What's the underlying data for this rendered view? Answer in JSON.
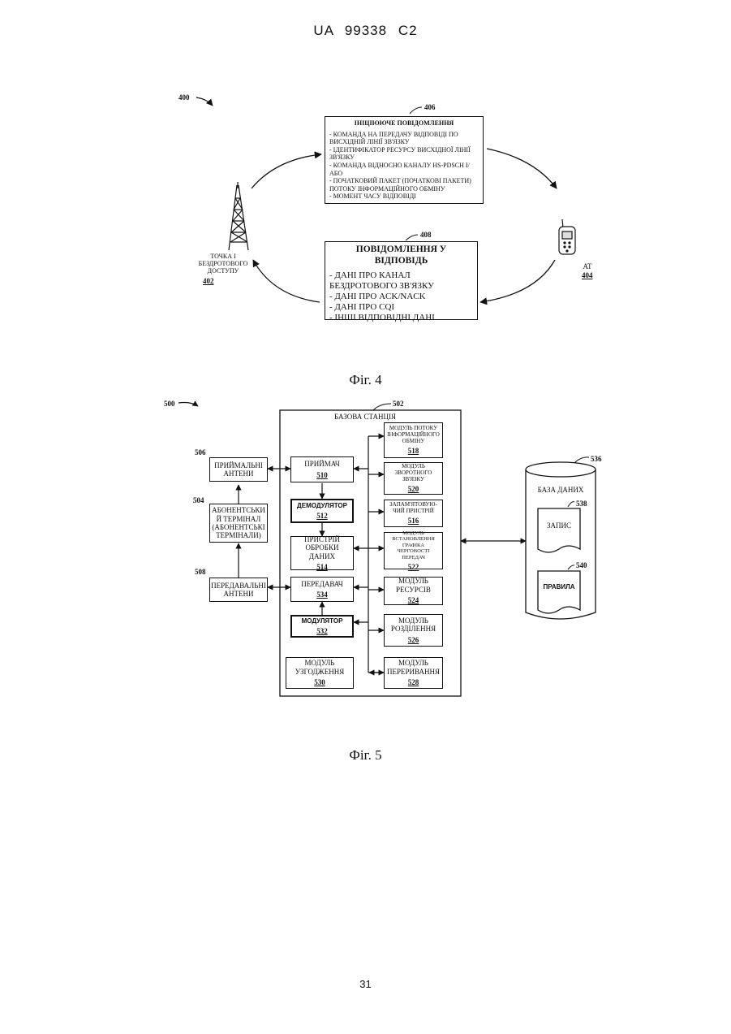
{
  "header": {
    "patent_id": "UA   99338   C2"
  },
  "page_number": "31",
  "fig4": {
    "caption": "Фіг. 4",
    "ref_main": "400",
    "initiating_message": {
      "ref": "406",
      "title": "ІНІЦІЮЮЧЕ ПОВІДОМЛЕННЯ",
      "items": [
        "- КОМАНДА НА ПЕРЕДАЧУ ВІДПОВІДІ ПО ВИСХІДНІЙ ЛІНІЇ ЗВ'ЯЗКУ",
        "- ІДЕНТИФІКАТОР РЕСУРСУ ВИСХІДНОЇ ЛІНІЇ ЗВ'ЯЗКУ",
        "- КОМАНДА ВІДНОСНО КАНАЛУ HS-PDSCH І/АБО",
        "- ПОЧАТКОВИЙ ПАКЕТ (ПОЧАТКОВІ ПАКЕТИ) ПОТОКУ ІНФОРМАЦІЙНОГО ОБМІНУ",
        "- МОМЕНТ ЧАСУ ВІДПОВІДІ"
      ]
    },
    "response_message": {
      "ref": "408",
      "title": "ПОВІДОМЛЕННЯ У ВІДПОВІДЬ",
      "items": [
        "- ДАНІ ПРО КАНАЛ БЕЗДРОТОВОГО ЗВ'ЯЗКУ",
        "- ДАНІ ПРО ACK/NACK",
        "- ДАНІ ПРО CQI",
        "- ІНШІ ВІДПОВІДНІ ДАНІ"
      ]
    },
    "access_point": {
      "label": "ТОЧКА І БЕЗДРОТОВОГО ДОСТУПУ",
      "ref": "402"
    },
    "terminal": {
      "label": "AT",
      "ref": "404"
    }
  },
  "fig5": {
    "caption": "Фіг. 5",
    "ref_main": "500",
    "base_station": {
      "ref": "502",
      "label": "БАЗОВА СТАНЦІЯ"
    },
    "left": {
      "rx_antennas": {
        "ref": "506",
        "label": "ПРИЙМАЛЬНІ АНТЕНИ"
      },
      "terminal": {
        "ref": "504",
        "label": "АБОНЕНТСЬКИ Й ТЕРМІНАЛ (АБОНЕНТСЬКІ ТЕРМІНАЛИ)"
      },
      "tx_antennas": {
        "ref": "508",
        "label": "ПЕРЕДАВАЛЬНІ АНТЕНИ"
      }
    },
    "chain": [
      {
        "label": "ПРИЙМАЧ",
        "ref": "510"
      },
      {
        "label": "ДЕМОДУЛЯТОР",
        "ref": "512"
      },
      {
        "label": "ПРИСТРІЙ ОБРОБКИ ДАНИХ",
        "ref": "514"
      },
      {
        "label": "ПЕРЕДАВАЧ",
        "ref": "534"
      },
      {
        "label": "МОДУЛЯТОР",
        "ref": "532"
      },
      {
        "label": "МОДУЛЬ УЗГОДЖЕННЯ",
        "ref": "530"
      }
    ],
    "modules": [
      {
        "label": "МОДУЛЬ ПОТОКУ ІНФОРМАЦІЙНОГО ОБМІНУ",
        "ref": "518"
      },
      {
        "label": "МОДУЛЬ ЗВОРОТНОГО ЗВ'ЯЗКУ",
        "ref": "520"
      },
      {
        "label": "ЗАПАМ'ЯТОВУЮ-ЧИЙ ПРИСТРІЙ",
        "ref": "516"
      },
      {
        "label": "МОДУЛЬ ВСТАНОВЛЕННЯ ГРАФІКА ЧЕРГОВОСТІ ПЕРЕДАЧ",
        "ref": "522"
      },
      {
        "label": "МОДУЛЬ РЕСУРСІВ",
        "ref": "524"
      },
      {
        "label": "МОДУЛЬ РОЗДІЛЕННЯ",
        "ref": "526"
      },
      {
        "label": "МОДУЛЬ ПЕРЕРИВАННЯ",
        "ref": "528"
      }
    ],
    "database": {
      "ref": "536",
      "label": "БАЗА ДАНИХ"
    },
    "record": {
      "ref": "538",
      "label": "ЗАПИС"
    },
    "rules": {
      "ref": "540",
      "label": "ПРАВИЛА"
    }
  }
}
